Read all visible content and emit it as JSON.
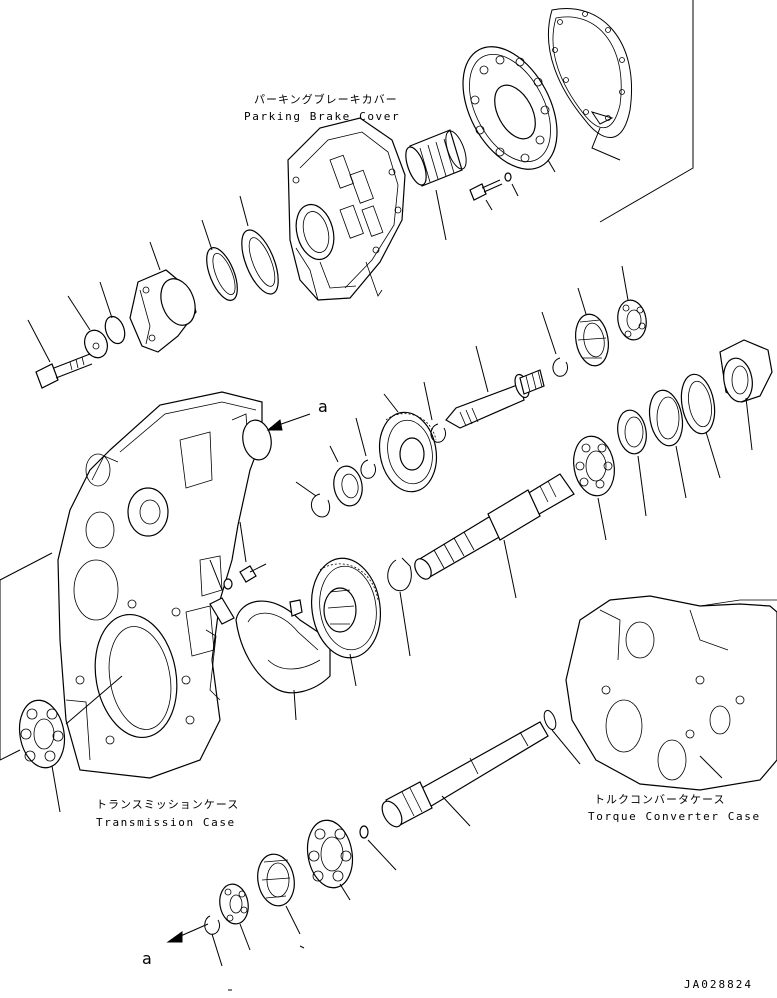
{
  "labels": {
    "parking_brake_cover_jp": "パーキングブレーキカバー",
    "parking_brake_cover_en": "Parking Brake Cover",
    "transmission_case_jp": "トランスミッションケース",
    "transmission_case_en": "Transmission Case",
    "torque_converter_case_jp": "トルクコンバータケース",
    "torque_converter_case_en": "Torque Converter Case",
    "ref_a_top": "a",
    "ref_a_bottom": "a",
    "drawing_code": "JA028824"
  }
}
